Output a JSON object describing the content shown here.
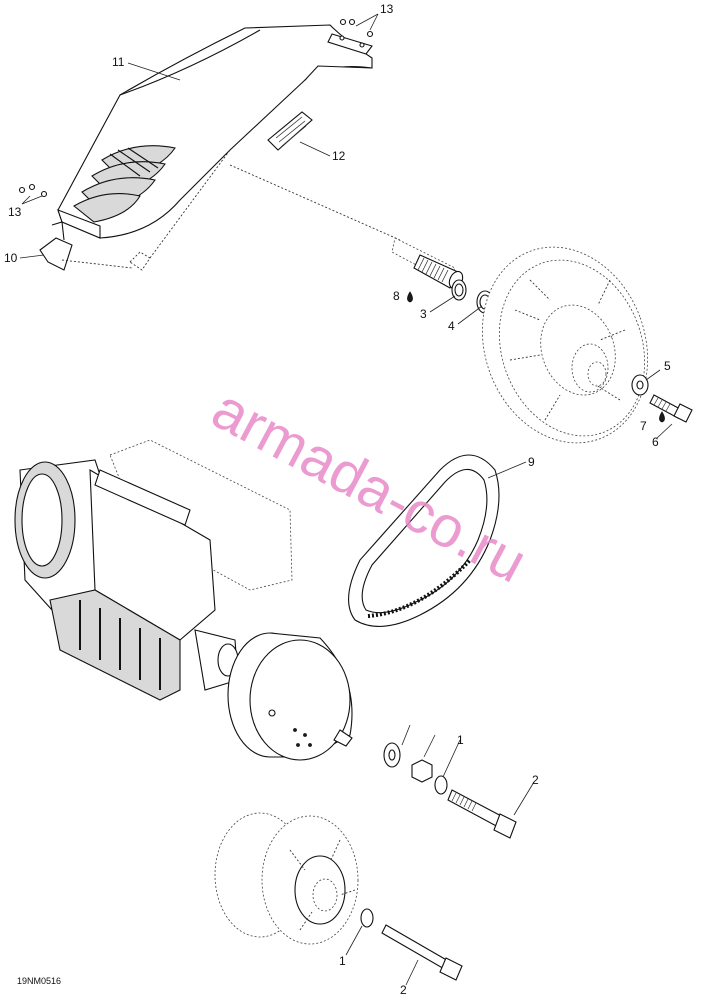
{
  "drawing_code": "19NM0516",
  "watermark": "armada-co.ru",
  "callouts": [
    {
      "id": "c13a",
      "text": "13"
    },
    {
      "id": "c11",
      "text": "11"
    },
    {
      "id": "c12",
      "text": "12"
    },
    {
      "id": "c13b",
      "text": "13"
    },
    {
      "id": "c10",
      "text": "10"
    },
    {
      "id": "c8",
      "text": "8"
    },
    {
      "id": "c3",
      "text": "3"
    },
    {
      "id": "c4",
      "text": "4"
    },
    {
      "id": "c5",
      "text": "5"
    },
    {
      "id": "c7",
      "text": "7"
    },
    {
      "id": "c6",
      "text": "6"
    },
    {
      "id": "c9",
      "text": "9"
    },
    {
      "id": "c1a",
      "text": "1"
    },
    {
      "id": "c2a",
      "text": "2"
    },
    {
      "id": "c1b",
      "text": "1"
    },
    {
      "id": "c2b",
      "text": "2"
    }
  ],
  "colors": {
    "line": "#111111",
    "watermark": "#e88ac8",
    "fill_light": "#d9d9d9"
  }
}
